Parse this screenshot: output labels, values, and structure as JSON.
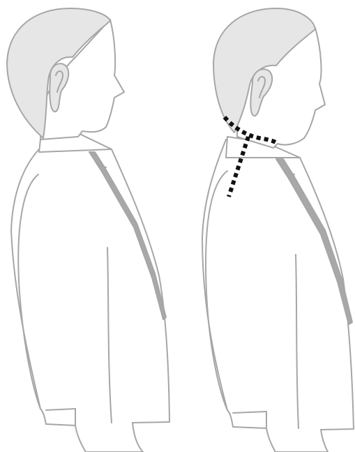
{
  "figures": [
    {
      "id": "normal-posture"
    },
    {
      "id": "forward-head-posture",
      "marker": "neck-alignment-dotted-line"
    }
  ],
  "colors": {
    "background": "#ffffff",
    "hair_fill": "#e6e6e6",
    "outline": "#a6a6a6",
    "tie_fill": "#a8a8a8",
    "marker": "#111111"
  }
}
